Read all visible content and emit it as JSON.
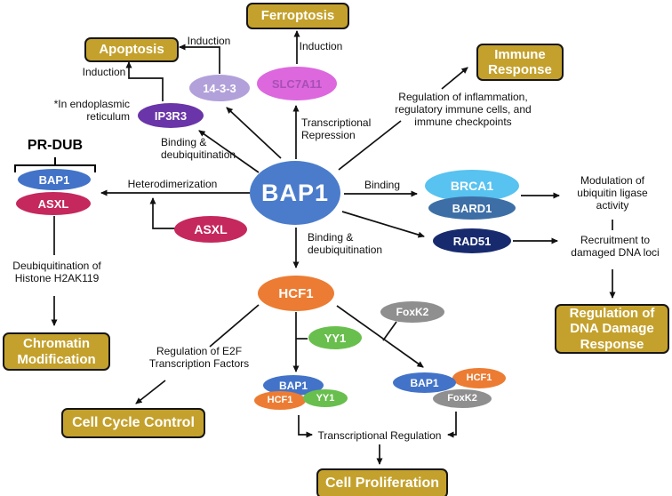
{
  "proteins": {
    "bap1": "BAP1",
    "asxl": "ASXL",
    "ip3r3": "IP3R3",
    "p14_3_3": "14-3-3",
    "slc7a11": "SLC7A11",
    "brca1": "BRCA1",
    "bard1": "BARD1",
    "rad51": "RAD51",
    "hcf1": "HCF1",
    "yy1": "YY1",
    "foxk2": "FoxK2"
  },
  "outcomes": {
    "ferroptosis": "Ferroptosis",
    "apoptosis": "Apoptosis",
    "immune_response": "Immune Response",
    "chromatin_modification": "Chromatin Modification",
    "cell_cycle_control": "Cell Cycle Control",
    "dna_damage_response": "Regulation of DNA Damage Response",
    "cell_proliferation": "Cell Proliferation"
  },
  "edge_labels": {
    "induction": "Induction",
    "transcriptional_repression": "Transcriptional Repression",
    "binding_deubiquitination": "Binding & deubiquitination",
    "heterodimerization": "Heterodimerization",
    "binding": "Binding",
    "transcriptional_regulation": "Transcriptional Regulation"
  },
  "annotations": {
    "complex_label": "PR-DUB",
    "in_er": "*In endoplasmic reticulum",
    "inflammation": "Regulation of inflammation, regulatory immune cells, and immune checkpoints",
    "modulation": "Modulation of ubiquitin ligase activity",
    "recruitment": "Recruitment to damaged DNA loci",
    "deubiq_histone": "Deubiquitination of Histone H2AK119",
    "reg_e2f": "Regulation of E2F Transcription Factors"
  },
  "colors": {
    "outcome_box_fill": "#c4a12c",
    "outcome_box_border": "#161616",
    "bap1_blue": "#4b7ccb",
    "asxl_crimson": "#c5285c",
    "ip3r3_purple": "#6a35a8",
    "p14_3_3_lavender": "#b2a0da",
    "slc7a11_magenta": "#dd68de",
    "brca1_skyblue": "#58c2f0",
    "bard1_steelblue": "#3d6fa6",
    "rad51_navy": "#182a6e",
    "hcf1_orange": "#ec7c33",
    "yy1_green": "#69bf4d",
    "foxk2_gray": "#8f8f8f",
    "arrow": "#111111"
  }
}
